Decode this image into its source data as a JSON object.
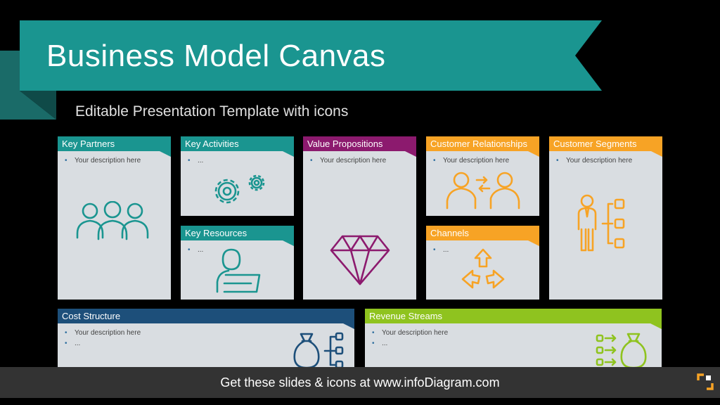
{
  "header": {
    "title": "Business Model Canvas",
    "subtitle": "Editable Presentation Template with icons"
  },
  "colors": {
    "teal": "#1a9590",
    "purple": "#8c1a6e",
    "orange": "#f7a325",
    "navy": "#1d4f7a",
    "green": "#8fc31f",
    "box_bg": "#d9dde1"
  },
  "blocks": {
    "key_partners": {
      "title": "Key Partners",
      "bullets": [
        "Your description here"
      ],
      "icon": "people-group-icon"
    },
    "key_activities": {
      "title": "Key Activities",
      "bullets": [
        "..."
      ],
      "icon": "gears-icon"
    },
    "key_resources": {
      "title": "Key Resources",
      "bullets": [
        "..."
      ],
      "icon": "person-with-laptop-icon"
    },
    "value_propositions": {
      "title": "Value Propositions",
      "bullets": [
        "Your description here"
      ],
      "icon": "diamond-icon"
    },
    "customer_relationships": {
      "title": "Customer Relationships",
      "bullets": [
        "Your description here"
      ],
      "icon": "two-people-exchange-icon"
    },
    "channels": {
      "title": "Channels",
      "bullets": [
        "..."
      ],
      "icon": "arrows-out-icon"
    },
    "customer_segments": {
      "title": "Customer Segments",
      "bullets": [
        "Your description here"
      ],
      "icon": "person-segments-icon"
    },
    "cost_structure": {
      "title": "Cost Structure",
      "bullets": [
        "Your description here",
        "..."
      ],
      "icon": "money-bag-list-icon"
    },
    "revenue_streams": {
      "title": "Revenue Streams",
      "bullets": [
        "Your description here",
        "..."
      ],
      "icon": "list-to-money-bag-icon"
    }
  },
  "footer": {
    "text": "Get these slides & icons at www.infoDiagram.com",
    "logo": "infodiagram-logo-icon"
  }
}
